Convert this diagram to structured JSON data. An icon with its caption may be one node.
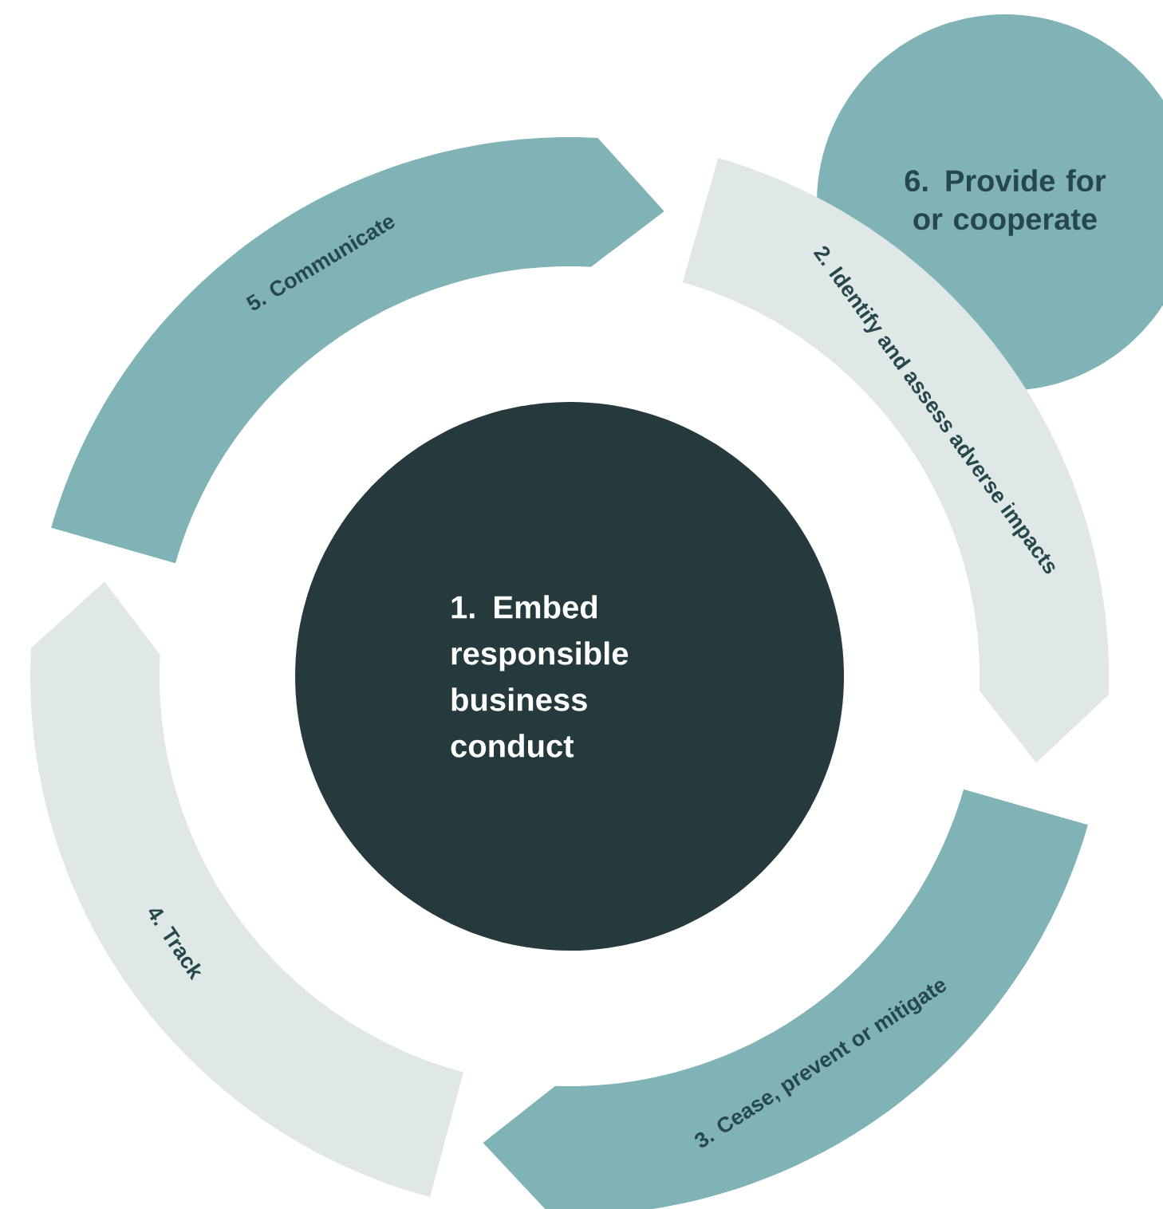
{
  "diagram": {
    "nodes": [
      {
        "text": [
          "1. Embed responsible business conduct"
        ]
      },
      {
        "text": [
          "2. Identify and assess adverse impacts"
        ]
      },
      {
        "text": [
          "3. Cease, prevent or mitigate"
        ]
      },
      {
        "text": [
          "4. Track"
        ]
      },
      {
        "text": [
          "5. Communicate"
        ]
      },
      {
        "text": [
          "6. Provide for or cooperate"
        ]
      }
    ]
  }
}
